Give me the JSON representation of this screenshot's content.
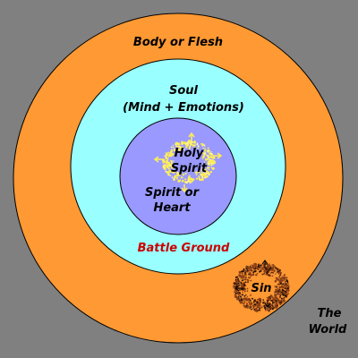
{
  "diagram": {
    "labels": {
      "body": "Body or Flesh",
      "soul_line1": "Soul",
      "soul_line2": "(Mind + Emotions)",
      "holy_line1": "Holy",
      "holy_line2": "Spirit",
      "spirit_line1": "Spirit or",
      "spirit_line2": "Heart",
      "battle": "Battle Ground",
      "sin": "Sin",
      "world_line1": "The",
      "world_line2": "World"
    },
    "colors": {
      "background": "#808080",
      "body": "#ff9933",
      "soul": "#99ffff",
      "spirit": "#9999ff",
      "holy_spirit": "#ffee55",
      "sin": "#9b4d1c",
      "battle_text": "#cc0000",
      "text": "#000000",
      "outline": "#000000"
    }
  }
}
